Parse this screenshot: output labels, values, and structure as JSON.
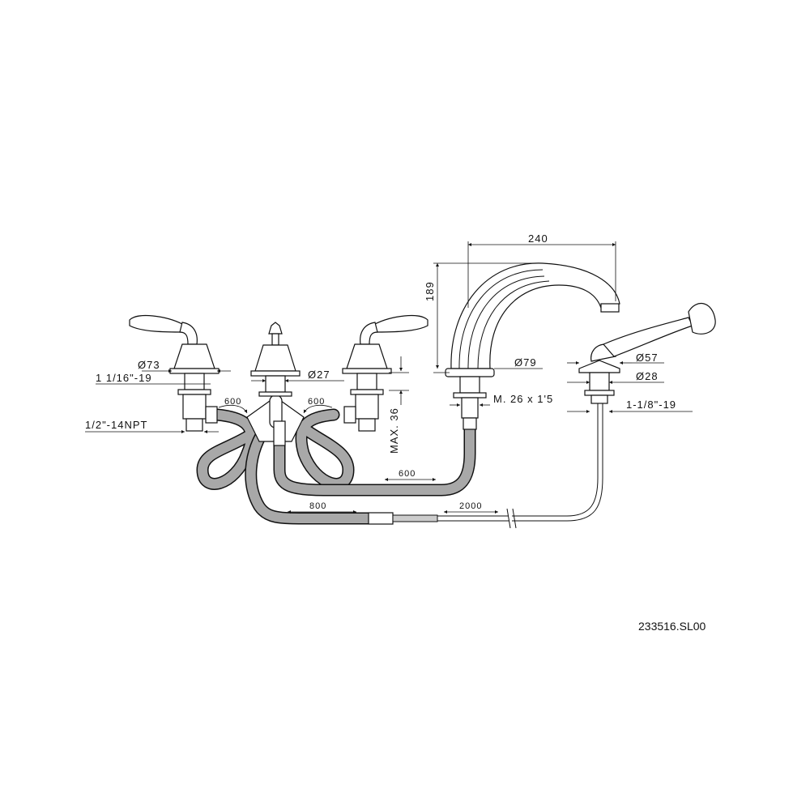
{
  "drawing": {
    "product_code": "233516.SL00",
    "dimensions": {
      "handle_diameter": "Ø73",
      "handle_thread": "1 1/16\"-19",
      "inlet_thread": "1/2\"-14NPT",
      "hose_left": "600",
      "hose_right": "600",
      "center_diameter": "Ø27",
      "max_deck": "MAX. 36",
      "spout_height": "189",
      "spout_reach": "240",
      "spout_base_diameter": "Ø79",
      "spout_thread": "M. 26 x 1'5",
      "shower_base_diameter": "Ø57",
      "shower_shank_diameter": "Ø28",
      "shower_thread": "1-1/8\"-19",
      "spout_hose": "600",
      "diverter_hose": "800",
      "shower_hose": "2000"
    }
  }
}
